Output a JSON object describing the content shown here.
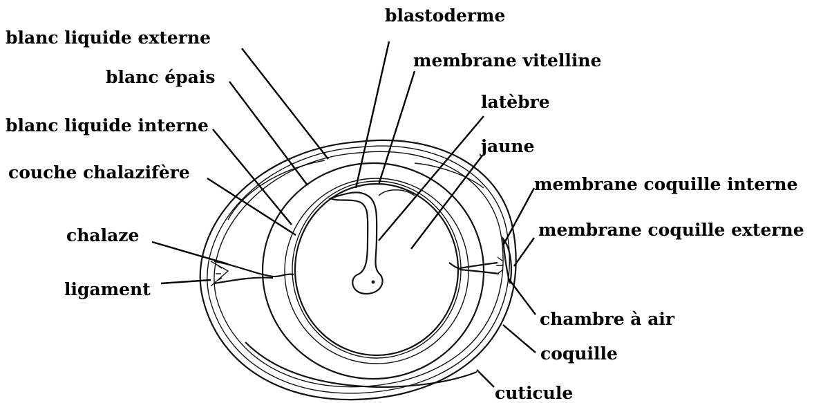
{
  "labels": {
    "blastoderme": "blastoderme",
    "blanc_liquide_externe": "blanc liquide externe",
    "membrane_vitelline": "membrane vitelline",
    "blanc_epais": "blanc épais",
    "latebre": "latèbre",
    "blanc_liquide_interne": "blanc liquide interne",
    "jaune": "jaune",
    "couche_chalazifere": "couche chalazifère",
    "membrane_coquille_interne": "membrane coquille interne",
    "membrane_coquille_externe": "membrane coquille externe",
    "chalaze": "chalaze",
    "ligament": "ligament",
    "chambre_a_air": "chambre à air",
    "coquille": "coquille",
    "cuticule": "cuticule"
  }
}
